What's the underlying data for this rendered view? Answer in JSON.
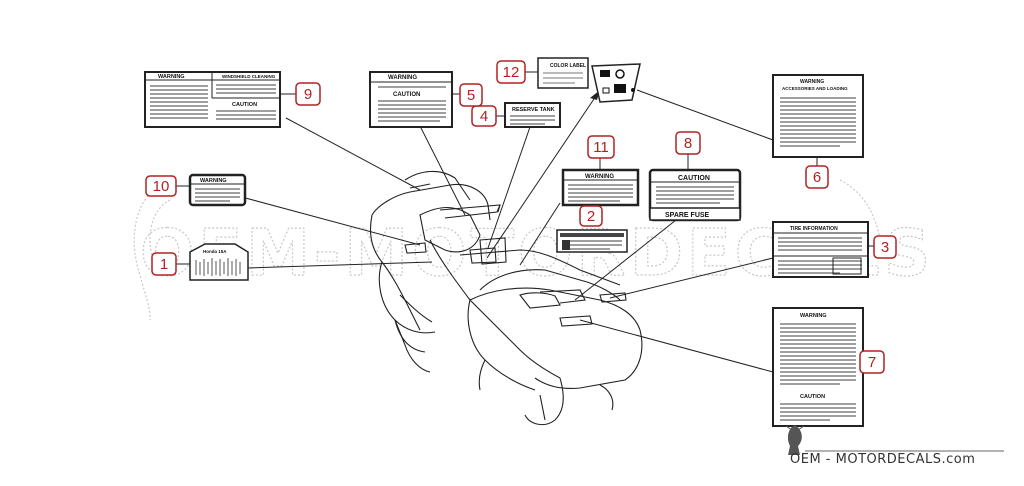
{
  "watermark": {
    "text": "OEM-MOTORDECALS",
    "footer": "OEM - MOTORDECALS.com"
  },
  "callouts": [
    {
      "number": "1"
    },
    {
      "number": "2"
    },
    {
      "number": "3"
    },
    {
      "number": "4"
    },
    {
      "number": "5"
    },
    {
      "number": "6"
    },
    {
      "number": "7"
    },
    {
      "number": "8"
    },
    {
      "number": "9"
    },
    {
      "number": "10"
    },
    {
      "number": "11"
    },
    {
      "number": "12"
    }
  ],
  "labels": {
    "l9_warning": "WARNING",
    "l9_windshield": "WINDSHIELD CLEANING",
    "l9_caution": "CAUTION",
    "l5_warning": "WARNING",
    "l5_caution": "CAUTION",
    "l4_title": "RESERVE TANK",
    "l12_title": "COLOR LABEL",
    "l11_warning": "WARNING",
    "l8_caution": "CAUTION",
    "l8_spare": "SPARE FUSE",
    "l6_warning": "WARNING",
    "l6_sub": "ACCESSORIES AND LOADING",
    "l10_warning": "WARNING",
    "l1_title": "Honda 15A",
    "l3_title": "TIRE INFORMATION",
    "l7_warning": "WARNING",
    "l7_caution": "CAUTION"
  },
  "colors": {
    "callout": "#b22222",
    "line": "#222222",
    "watermark": "#c8c8c8"
  }
}
